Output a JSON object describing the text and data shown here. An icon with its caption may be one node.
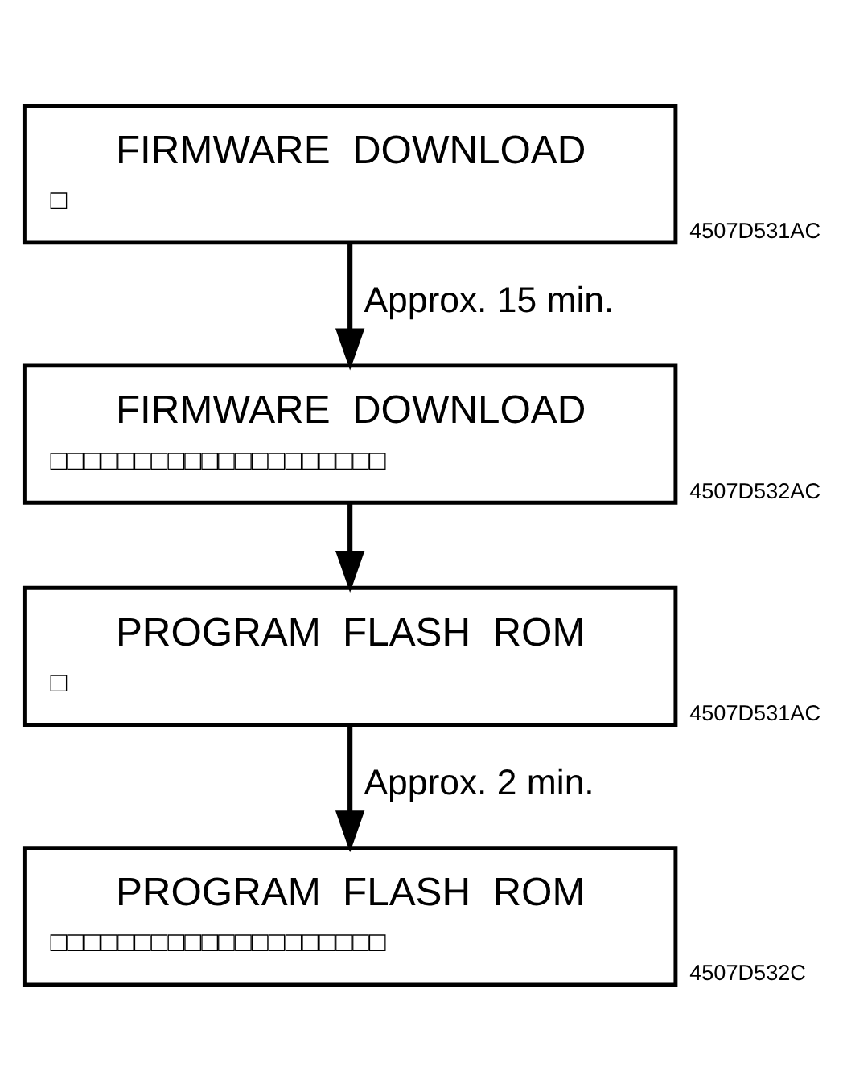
{
  "diagram": {
    "nodes": [
      {
        "text": [
          "FIRMWARE  DOWNLOAD",
          "□"
        ],
        "beside": [
          "4507D531AC"
        ]
      },
      {
        "text": [
          "FIRMWARE  DOWNLOAD",
          "□□□□□□□□□□□□□□□□□□□□"
        ],
        "beside": [
          "4507D532AC"
        ]
      },
      {
        "text": [
          "PROGRAM  FLASH  ROM",
          "□"
        ],
        "beside": [
          "4507D531AC"
        ]
      },
      {
        "text": [
          "PROGRAM  FLASH  ROM",
          "□□□□□□□□□□□□□□□□□□□□"
        ],
        "beside": [
          "4507D532C"
        ]
      }
    ],
    "edges": [
      {
        "from": 0,
        "to": 1,
        "arrow": "to",
        "label": "Approx. 15 min."
      },
      {
        "from": 1,
        "to": 2,
        "arrow": "to"
      },
      {
        "from": 2,
        "to": 3,
        "arrow": "to",
        "label": "Approx. 2 min."
      }
    ]
  }
}
